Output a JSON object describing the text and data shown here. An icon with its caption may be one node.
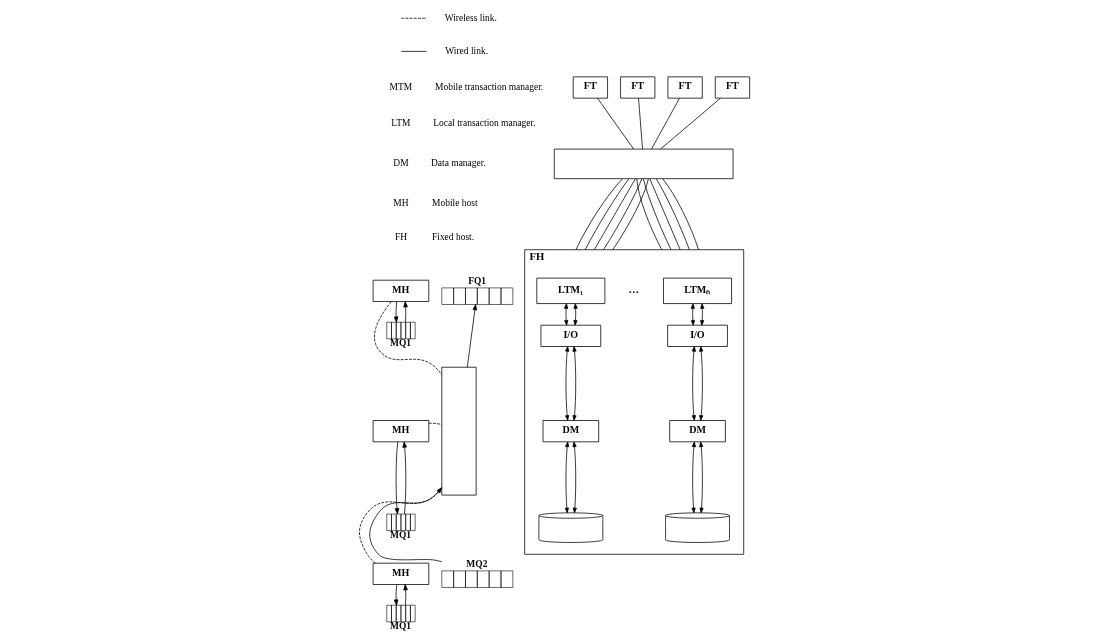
{
  "diagram": {
    "nodes": [
      {
        "text": [
          "FT"
        ]
      },
      {
        "text": [
          "FT"
        ]
      },
      {
        "text": [
          "FT"
        ]
      },
      {
        "text": [
          "FT"
        ]
      },
      {
        "text": [],
        "shape": "box"
      },
      {
        "text": [],
        "shape": "bar"
      },
      {
        "text": [
          "MH"
        ]
      },
      {
        "text": [],
        "shape": "queue",
        "beside": [
          "MQ1"
        ]
      },
      {
        "text": [
          "MH"
        ]
      },
      {
        "text": [],
        "shape": "queue",
        "beside": [
          "MQ1"
        ]
      },
      {
        "text": [
          "MH"
        ]
      },
      {
        "text": [],
        "shape": "queue",
        "beside": [
          "MQ1"
        ]
      },
      {
        "text": [],
        "shape": "queue",
        "beside": [
          "FQ1"
        ]
      },
      {
        "text": [],
        "shape": "queue",
        "beside": [
          "MQ2"
        ]
      },
      {
        "text": [
          "FH"
        ]
      },
      {
        "text": [
          "LTM₁"
        ],
        "in": 14
      },
      {
        "text": [
          "I/O"
        ],
        "in": 14
      },
      {
        "text": [
          "DM"
        ],
        "in": 14
      },
      {
        "text": [],
        "shape": "cylinder",
        "in": 14
      },
      {
        "text": [
          "LTMₙ"
        ],
        "in": 14
      },
      {
        "text": [
          "I/O"
        ],
        "in": 14
      },
      {
        "text": [
          "DM"
        ],
        "in": 14
      },
      {
        "text": [],
        "shape": "cylinder",
        "in": 14
      }
    ],
    "edges": [
      {
        "from": 0,
        "to": 4,
        "arrow": "none"
      },
      {
        "from": 1,
        "to": 4,
        "arrow": "none"
      },
      {
        "from": 2,
        "to": 4,
        "arrow": "none"
      },
      {
        "from": 3,
        "to": 4,
        "arrow": "none"
      },
      {
        "from": 4,
        "to": 14,
        "arrow": "none"
      },
      {
        "from": 4,
        "to": 14,
        "arrow": "none"
      },
      {
        "from": 4,
        "to": 14,
        "arrow": "none"
      },
      {
        "from": 4,
        "to": 14,
        "arrow": "none"
      },
      {
        "from": 4,
        "to": 14,
        "arrow": "none"
      },
      {
        "from": 4,
        "to": 14,
        "arrow": "none"
      },
      {
        "from": 4,
        "to": 14,
        "arrow": "none"
      },
      {
        "from": 4,
        "to": 14,
        "arrow": "none"
      },
      {
        "from": 4,
        "to": 14,
        "arrow": "none"
      },
      {
        "from": 4,
        "to": 14,
        "arrow": "none"
      },
      {
        "from": 6,
        "to": 5,
        "arrow": "none",
        "style": "dashed"
      },
      {
        "from": 8,
        "to": 5,
        "arrow": "none",
        "style": "dashed"
      },
      {
        "from": 10,
        "to": 5,
        "arrow": "none",
        "style": "dashed"
      },
      {
        "from": 6,
        "to": 7,
        "arrow": "to"
      },
      {
        "from": 7,
        "to": 6,
        "arrow": "to"
      },
      {
        "from": 8,
        "to": 9,
        "arrow": "to"
      },
      {
        "from": 9,
        "to": 8,
        "arrow": "to"
      },
      {
        "from": 10,
        "to": 11,
        "arrow": "to"
      },
      {
        "from": 11,
        "to": 10,
        "arrow": "to"
      },
      {
        "from": 5,
        "to": 12,
        "arrow": "to"
      },
      {
        "from": 13,
        "to": 5,
        "arrow": "to"
      },
      {
        "from": 15,
        "to": 16,
        "arrow": "both"
      },
      {
        "from": 15,
        "to": 16,
        "arrow": "both"
      },
      {
        "from": 16,
        "to": 17,
        "arrow": "both"
      },
      {
        "from": 16,
        "to": 17,
        "arrow": "both"
      },
      {
        "from": 17,
        "to": 18,
        "arrow": "both"
      },
      {
        "from": 17,
        "to": 18,
        "arrow": "both"
      },
      {
        "from": 19,
        "to": 20,
        "arrow": "both"
      },
      {
        "from": 19,
        "to": 20,
        "arrow": "both"
      },
      {
        "from": 20,
        "to": 21,
        "arrow": "both"
      },
      {
        "from": 20,
        "to": 21,
        "arrow": "both"
      },
      {
        "from": 21,
        "to": 22,
        "arrow": "both"
      },
      {
        "from": 21,
        "to": 22,
        "arrow": "both"
      }
    ],
    "labels": [
      "MTM",
      "Mobile transaction manager.",
      "LTM",
      "Local transaction manager.",
      "DM",
      "Data manager.",
      "MH",
      "Mobile host",
      "FH",
      "Fixed host.",
      "…"
    ],
    "legend": [
      {
        "text": "Wireless link."
      },
      {
        "text": "Wired link."
      }
    ]
  }
}
